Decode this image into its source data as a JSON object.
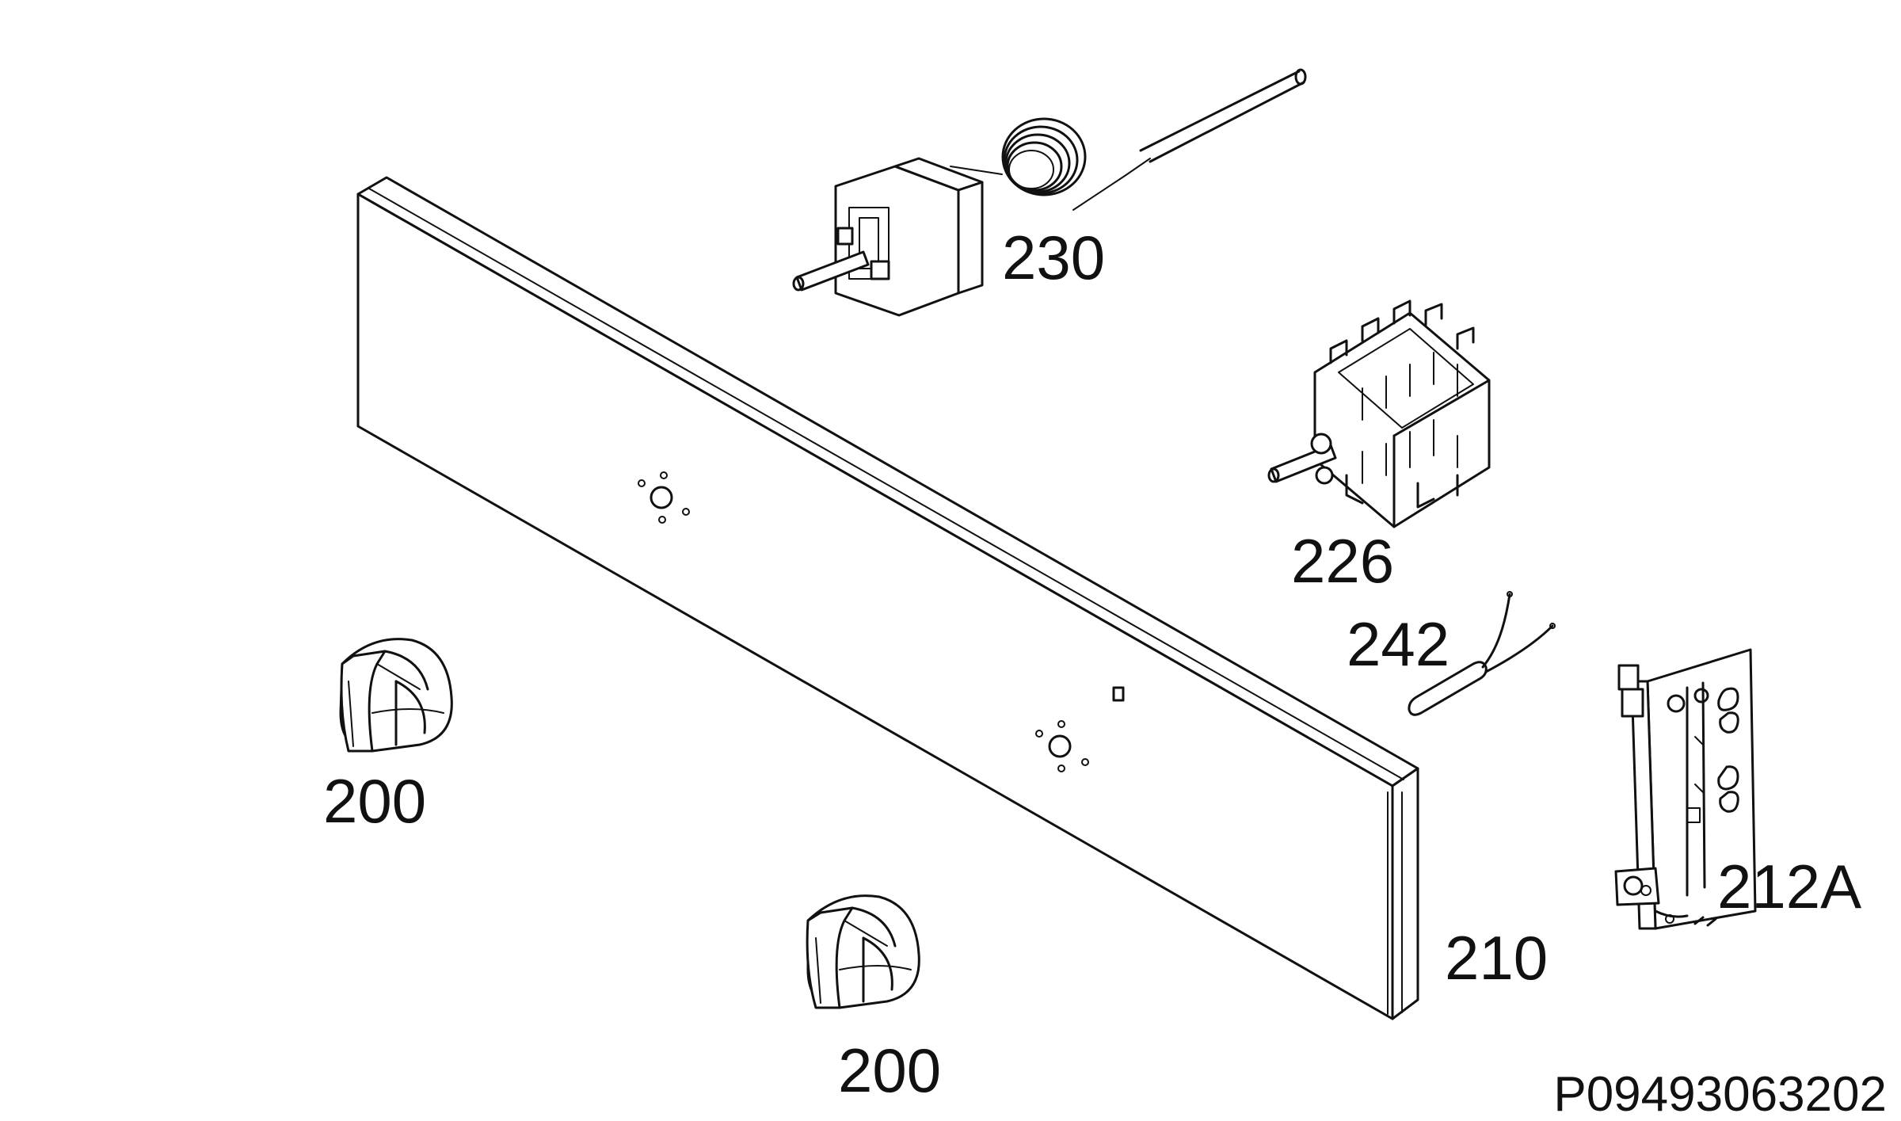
{
  "labels": {
    "thermostat": "230",
    "selector_switch": "226",
    "sensor": "242",
    "knob_upper": "200",
    "knob_lower": "200",
    "bracket": "212A",
    "control_panel": "210"
  },
  "drawing_code": "P09493063202"
}
